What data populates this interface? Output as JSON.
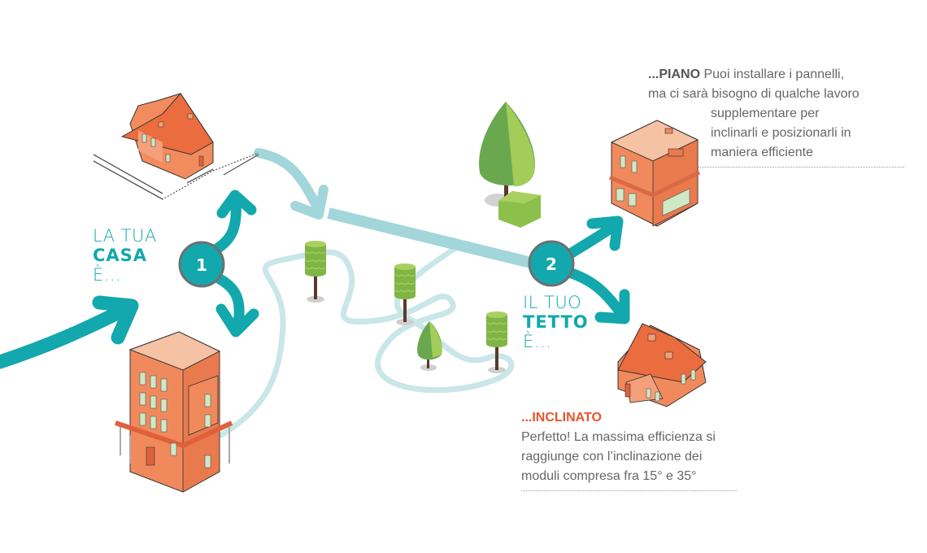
{
  "colors": {
    "teal": "#12a8ad",
    "path_light": "#a2d6da",
    "path_pale": "#c9e6e9",
    "building": "#f08a5d",
    "building_dark": "#e0603a",
    "building_roof": "#f6c2a4",
    "window": "#cfe8c6",
    "tree_dark": "#6aa84f",
    "tree_light": "#a3cc58",
    "accent_orange": "#e8542b",
    "text_gray": "#666666"
  },
  "step1": {
    "number": "1",
    "label_line1": "LA TUA",
    "label_line2": "CASA",
    "label_line3": "È..."
  },
  "step2": {
    "number": "2",
    "label_line1": "IL TUO",
    "label_line2": "TETTO",
    "label_line3": "È..."
  },
  "flat_roof": {
    "heading": "...PIANO",
    "line1": "Puoi installare i pannelli,",
    "line2": "ma ci sarà bisogno di qualche lavoro",
    "line3": "supplementare per",
    "line4": "inclinarli e posizionarli in",
    "line5": "maniera efficiente"
  },
  "pitched_roof": {
    "heading": "...INCLINATO",
    "line1": "Perfetto! La massima efficienza si",
    "line2": "raggiunge con l’inclinazione dei",
    "line3": "moduli compresa fra 15° e 35°"
  },
  "icons": {
    "house_fence": "detached-house-with-fence-icon",
    "apartment": "apartment-building-icon",
    "flat_building": "flat-roof-building-icon",
    "pitched_house": "pitched-roof-house-icon",
    "tree": "tree-icon",
    "hedge": "hedge-icon"
  }
}
